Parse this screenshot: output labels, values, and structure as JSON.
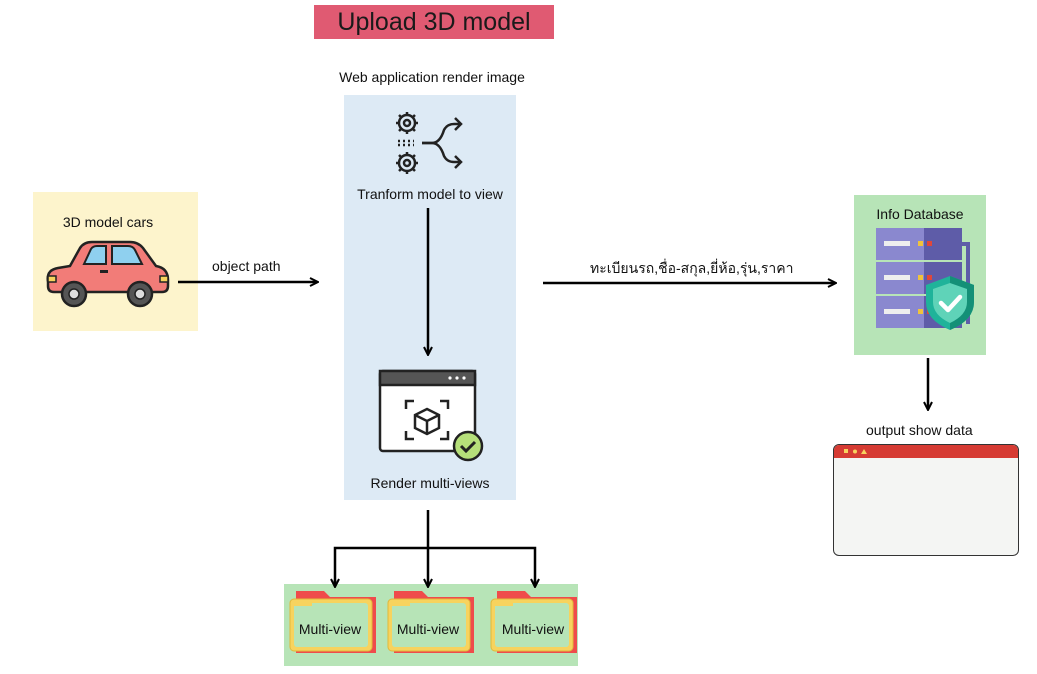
{
  "title": "Upload 3D model",
  "web_app": {
    "label": "Web application render image",
    "transform_label": "Tranform model to view",
    "render_label": "Render multi-views"
  },
  "input": {
    "label": "3D model cars"
  },
  "edge_object_path": "object path",
  "edge_fields": "ทะเบียนรถ,ชื่อ-สกุล,ยี่ห้อ,รุ่น,ราคา",
  "database": {
    "label": "Info Database"
  },
  "output": {
    "label": "output show data"
  },
  "multiviews": [
    {
      "label": "Multi-view"
    },
    {
      "label": "Multi-view"
    },
    {
      "label": "Multi-view"
    }
  ],
  "colors": {
    "title_bg": "#e05a72",
    "web_panel": "#ddeaf5",
    "car_panel": "#fdf4cc",
    "green_panel": "#b7e4b7",
    "window_bar": "#d63b33"
  },
  "icons": [
    "car-icon",
    "transform-gears-icon",
    "render-3d-window-icon",
    "database-server-icon",
    "shield-check-icon",
    "folder-icon",
    "browser-window-icon"
  ]
}
